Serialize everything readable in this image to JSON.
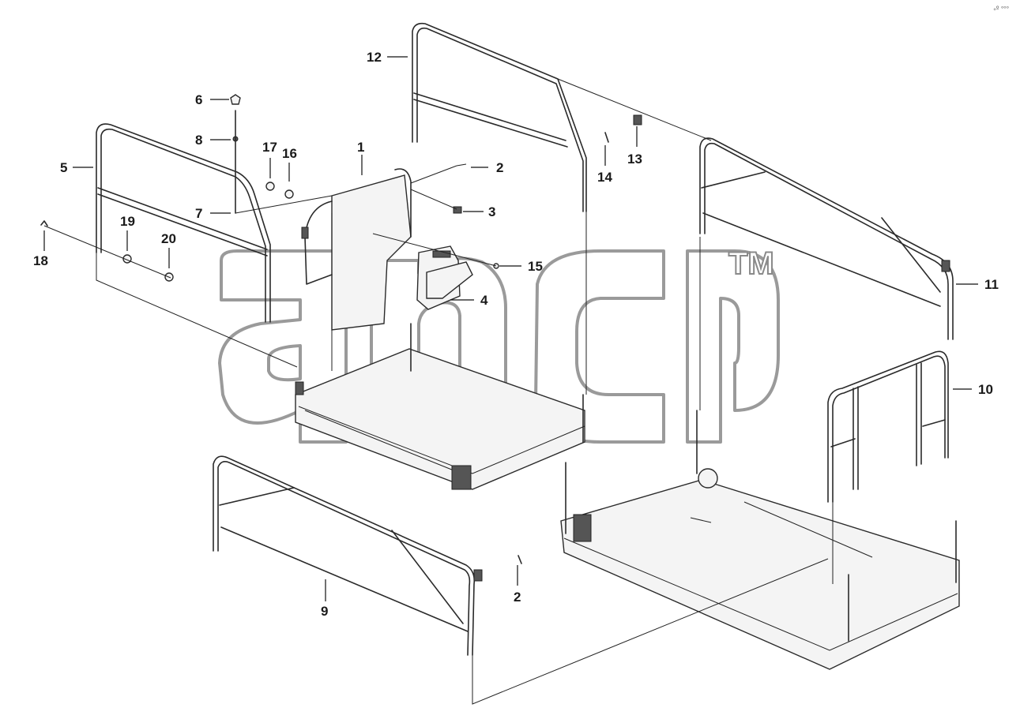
{
  "corner_mark": "ₒº ᵒᵒᵒ",
  "watermark": {
    "text": "TM"
  },
  "callouts": [
    {
      "id": "c1",
      "text": "1"
    },
    {
      "id": "c2a",
      "text": "2"
    },
    {
      "id": "c3",
      "text": "3"
    },
    {
      "id": "c4",
      "text": "4"
    },
    {
      "id": "c5",
      "text": "5"
    },
    {
      "id": "c6",
      "text": "6"
    },
    {
      "id": "c7",
      "text": "7"
    },
    {
      "id": "c8",
      "text": "8"
    },
    {
      "id": "c9",
      "text": "9"
    },
    {
      "id": "c10",
      "text": "10"
    },
    {
      "id": "c11",
      "text": "11"
    },
    {
      "id": "c12",
      "text": "12"
    },
    {
      "id": "c13",
      "text": "13"
    },
    {
      "id": "c14",
      "text": "14"
    },
    {
      "id": "c15",
      "text": "15"
    },
    {
      "id": "c16",
      "text": "16"
    },
    {
      "id": "c17",
      "text": "17"
    },
    {
      "id": "c18",
      "text": "18"
    },
    {
      "id": "c19",
      "text": "19"
    },
    {
      "id": "c20",
      "text": "20"
    },
    {
      "id": "c2b",
      "text": "2"
    }
  ]
}
